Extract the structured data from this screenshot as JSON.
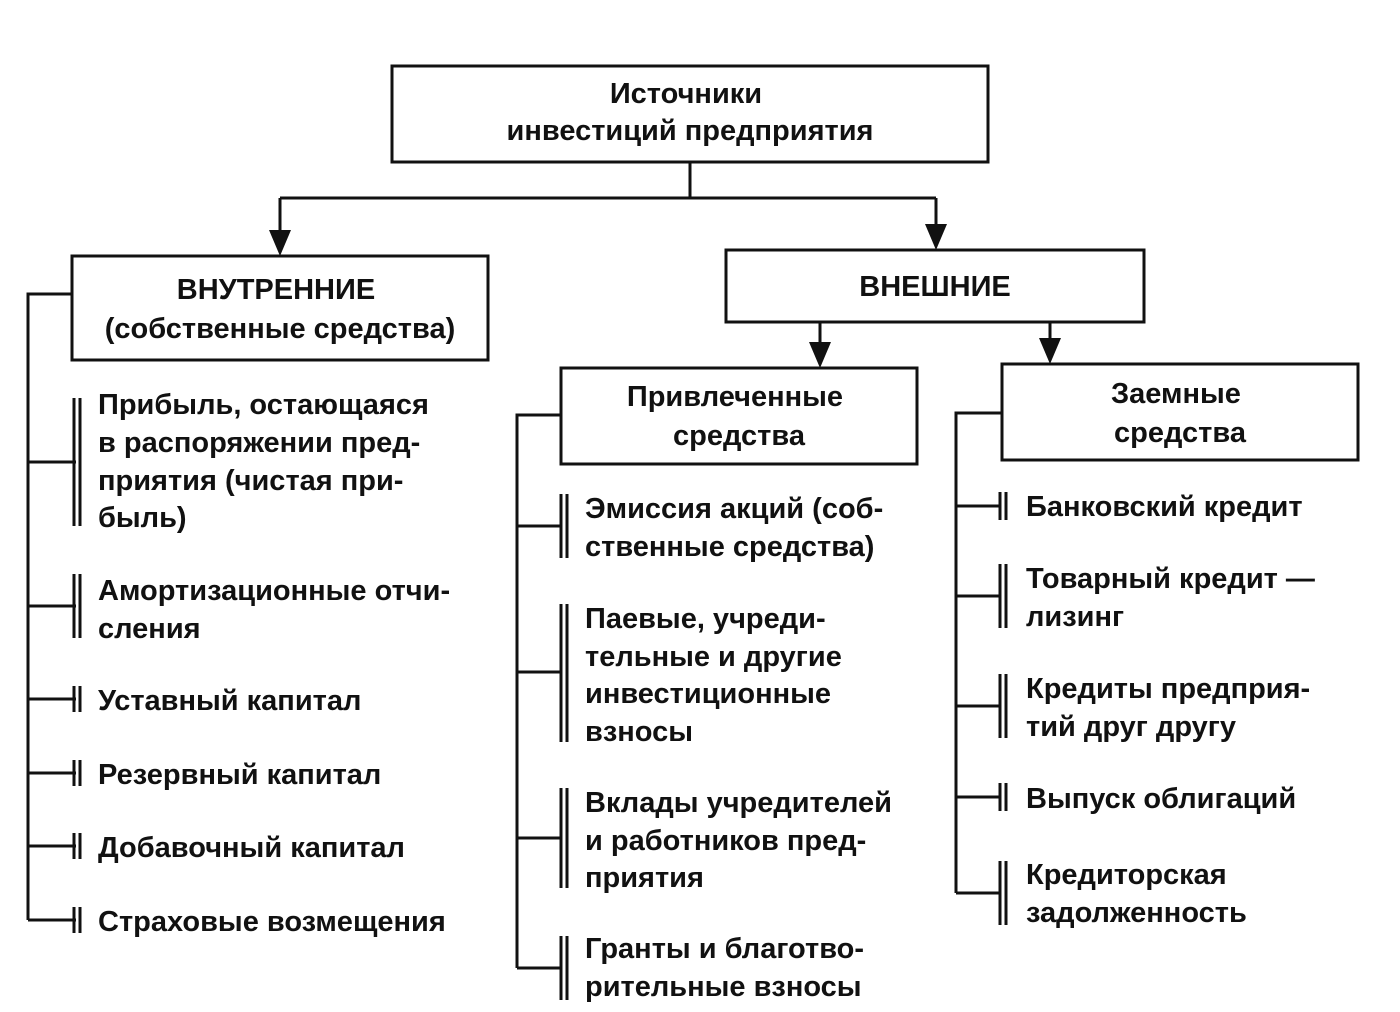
{
  "root": {
    "lines": [
      "Источники",
      "инвестиций предприятия"
    ]
  },
  "internal": {
    "lines": [
      "ВНУТРЕННИЕ",
      "(собственные средства)"
    ],
    "items": [
      [
        "Прибыль, остающаяся",
        "в распоряжении пред-",
        "приятия (чистая при-",
        "быль)"
      ],
      [
        "Амортизационные отчи-",
        "сления"
      ],
      [
        "Уставный капитал"
      ],
      [
        "Резервный капитал"
      ],
      [
        "Добавочный капитал"
      ],
      [
        "Страховые возмещения"
      ]
    ]
  },
  "external": {
    "lines": [
      "ВНЕШНИЕ"
    ],
    "attracted": {
      "lines": [
        "Привлеченные",
        "средства"
      ],
      "items": [
        [
          "Эмиссия акций (соб-",
          "ственные средства)"
        ],
        [
          "Паевые, учреди-",
          "тельные и другие",
          "инвестиционные",
          "взносы"
        ],
        [
          "Вклады учредителей",
          "и работников пред-",
          "приятия"
        ],
        [
          "Гранты и благотво-",
          "рительные взносы"
        ]
      ]
    },
    "borrowed": {
      "lines": [
        "Заемные",
        "средства"
      ],
      "items": [
        [
          "Банковский кредит"
        ],
        [
          "Товарный кредит —",
          "лизинг"
        ],
        [
          "Кредиты предприя-",
          "тий друг другу"
        ],
        [
          "Выпуск облигаций"
        ],
        [
          "Кредиторская",
          "задолженность"
        ]
      ]
    }
  }
}
